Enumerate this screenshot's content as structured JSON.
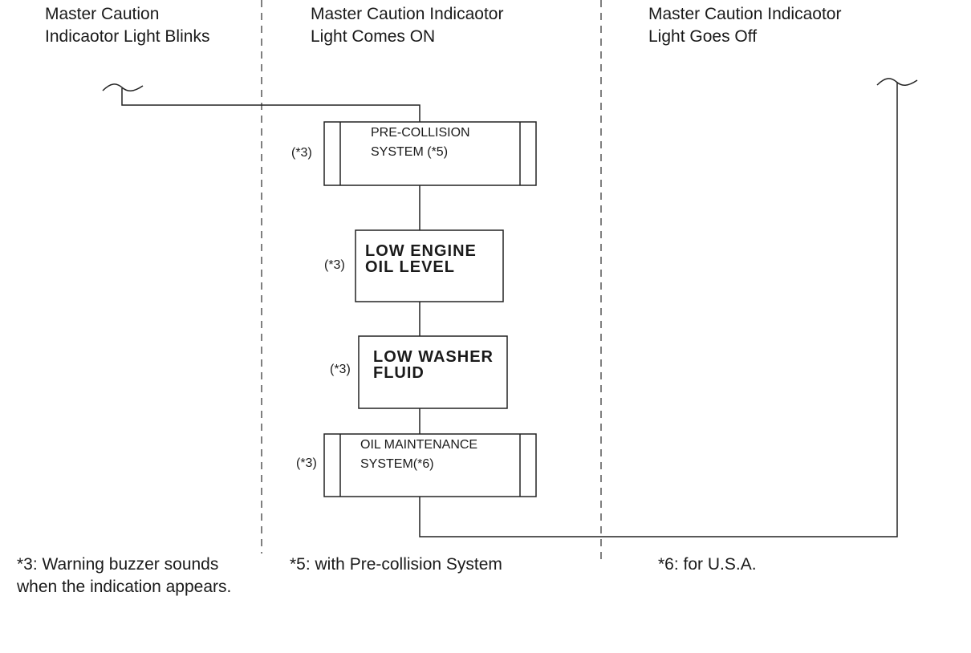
{
  "columns": [
    {
      "header": "Master Caution\nIndicaotor Light Blinks"
    },
    {
      "header": "Master Caution Indicaotor\nLight Comes ON"
    },
    {
      "header": "Master Caution Indicaotor\nLight Goes Off"
    }
  ],
  "nodes": [
    {
      "label": "PRE-COLLISION\nSYSTEM (*5)",
      "ref": "(*3)",
      "style": "double-sided"
    },
    {
      "label": "LOW  ENGINE\nOIL  LEVEL",
      "ref": "(*3)",
      "style": "plain"
    },
    {
      "label": "LOW  WASHER\nFLUID",
      "ref": "(*3)",
      "style": "plain"
    },
    {
      "label": "OIL MAINTENANCE\nSYSTEM(*6)",
      "ref": "(*3)",
      "style": "double-sided"
    }
  ],
  "notes": [
    "*3: Warning buzzer sounds\nwhen the indication appears.",
    "*5: with Pre-collision System",
    "*6: for U.S.A."
  ]
}
